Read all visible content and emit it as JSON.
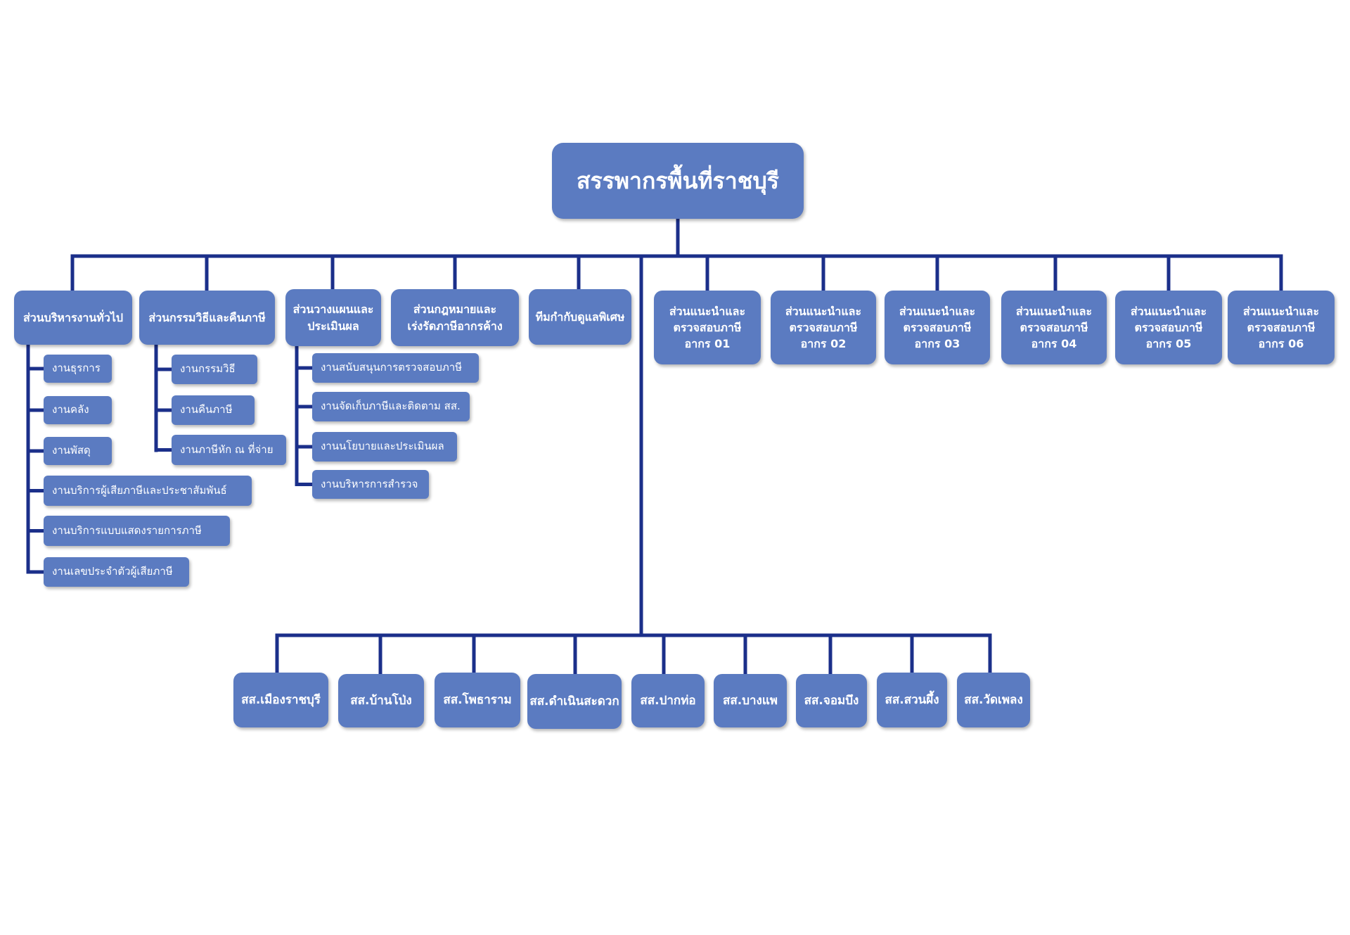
{
  "root": {
    "title": "สรรพากรพื้นที่ราชบุรี"
  },
  "departments": [
    {
      "lines": [
        "ส่วนบริหารงานทั่วไป"
      ]
    },
    {
      "lines": [
        "ส่วนกรรมวิธีและคืนภาษี"
      ]
    },
    {
      "lines": [
        "ส่วนวางแผนและ",
        "ประเมินผล"
      ]
    },
    {
      "lines": [
        "ส่วนกฎหมายและ",
        "เร่งรัดภาษีอากรค้าง"
      ]
    },
    {
      "lines": [
        "ทีมกำกับดูแลพิเศษ"
      ]
    },
    {
      "lines": [
        "ส่วนแนะนำและ",
        "ตรวจสอบภาษี",
        "อากร 01"
      ]
    },
    {
      "lines": [
        "ส่วนแนะนำและ",
        "ตรวจสอบภาษี",
        "อากร 02"
      ]
    },
    {
      "lines": [
        "ส่วนแนะนำและ",
        "ตรวจสอบภาษี",
        "อากร 03"
      ]
    },
    {
      "lines": [
        "ส่วนแนะนำและ",
        "ตรวจสอบภาษี",
        "อากร 04"
      ]
    },
    {
      "lines": [
        "ส่วนแนะนำและ",
        "ตรวจสอบภาษี",
        "อากร 05"
      ]
    },
    {
      "lines": [
        "ส่วนแนะนำและ",
        "ตรวจสอบภาษี",
        "อากร 06"
      ]
    }
  ],
  "general_admin_units": [
    "งานธุรการ",
    "งานคลัง",
    "งานพัสดุ",
    "งานบริการผู้เสียภาษีและประชาสัมพันธ์",
    "งานบริการแบบแสดงรายการภาษี",
    "งานเลขประจำตัวผู้เสียภาษี"
  ],
  "processing_units": [
    "งานกรรมวิธี",
    "งานคืนภาษี",
    "งานภาษีหัก ณ ที่จ่าย"
  ],
  "planning_units": [
    "งานสนับสนุนการตรวจสอบภาษี",
    "งานจัดเก็บภาษีและติดตาม สส.",
    "งานนโยบายและประเมินผล",
    "งานบริหารการสำรวจ"
  ],
  "branches": [
    "สส.เมืองราชบุรี",
    "สส.บ้านโป่ง",
    "สส.โพธาราม",
    "สส.ดำเนินสะดวก",
    "สส.ปากท่อ",
    "สส.บางแพ",
    "สส.จอมบึง",
    "สส.สวนผึ้ง",
    "สส.วัดเพลง"
  ],
  "colors": {
    "box": "#5b7bc1",
    "line": "#1b2f8a",
    "text": "#ffffff"
  }
}
